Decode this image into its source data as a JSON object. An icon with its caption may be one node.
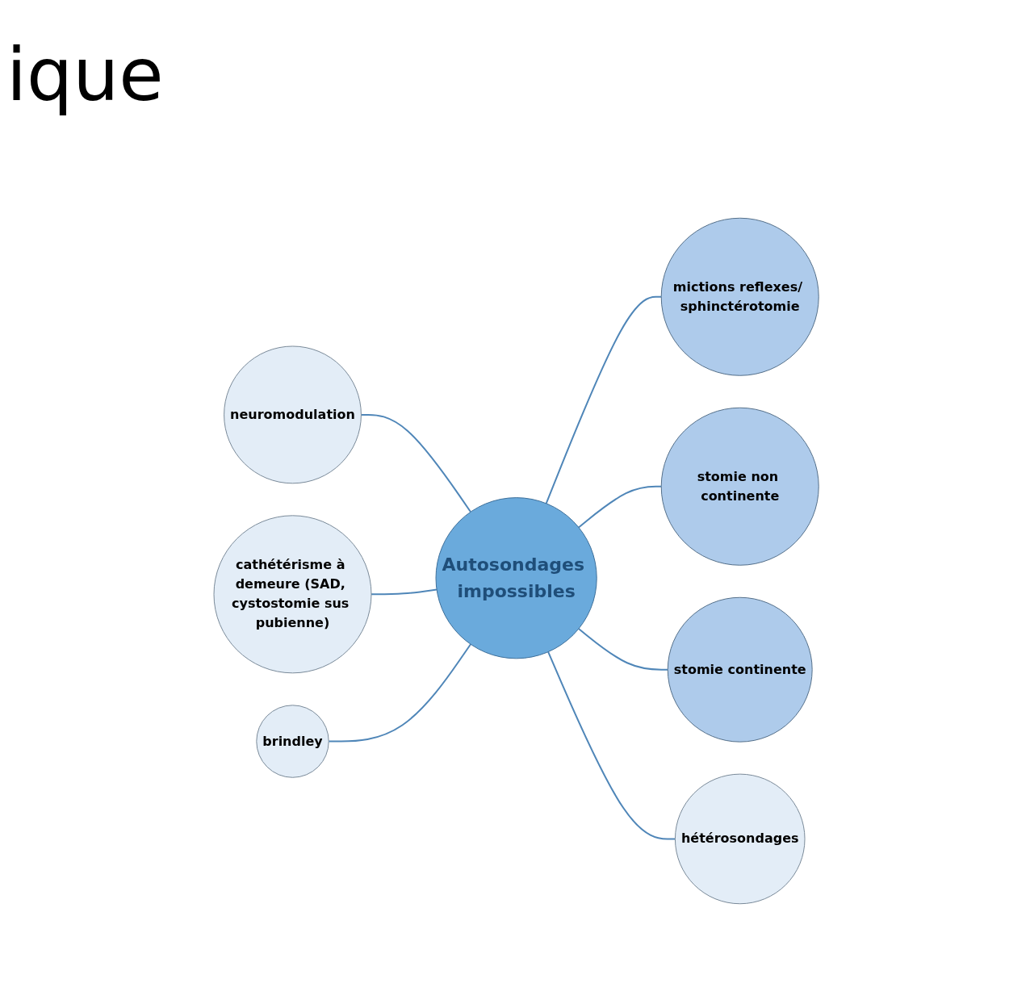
{
  "diagram": {
    "nodes": [
      {
        "text": [
          "Autosondages impossibles"
        ]
      },
      {
        "text": [
          "mictions reflexes/ sphinctérotomie"
        ]
      },
      {
        "text": [
          "neuromodulation"
        ]
      },
      {
        "text": [
          "stomie non continente"
        ]
      },
      {
        "text": [
          "cathétérisme à demeure (SAD, cystostomie sus pubienne)"
        ]
      },
      {
        "text": [
          "stomie continente"
        ]
      },
      {
        "text": [
          "brindley"
        ]
      },
      {
        "text": [
          "hétérosondages"
        ]
      }
    ],
    "edges": [
      {
        "from": 2,
        "to": 0,
        "arrow": "none"
      },
      {
        "from": 4,
        "to": 0,
        "arrow": "none"
      },
      {
        "from": 6,
        "to": 0,
        "arrow": "none"
      },
      {
        "from": 0,
        "to": 1,
        "arrow": "none"
      },
      {
        "from": 0,
        "to": 3,
        "arrow": "none"
      },
      {
        "from": 0,
        "to": 5,
        "arrow": "none"
      },
      {
        "from": 0,
        "to": 7,
        "arrow": "none"
      }
    ],
    "labels": [
      "ique"
    ]
  }
}
